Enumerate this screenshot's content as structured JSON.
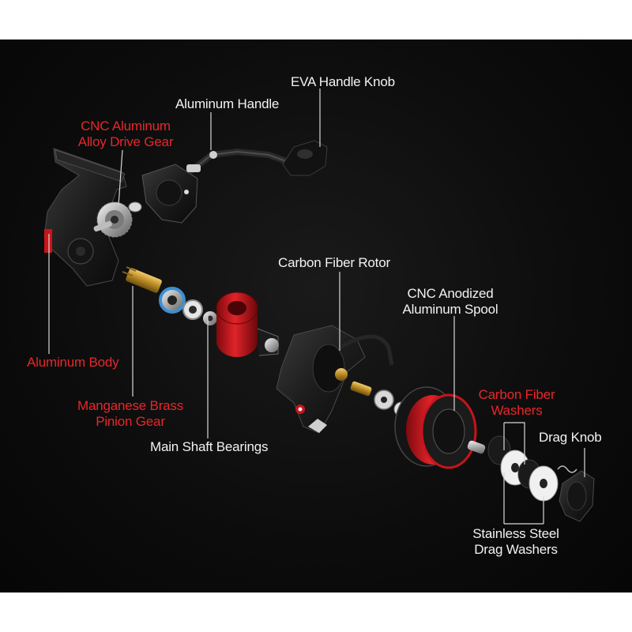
{
  "colors": {
    "background": "#0c0c0c",
    "label_primary": "#f2f2f2",
    "label_accent": "#e8262b",
    "leader_line": "#d8d8d8",
    "part_black": "#1b1b1b",
    "part_red": "#c8141a",
    "part_silver": "#c9c9c9",
    "part_brass": "#c99a2e",
    "part_blue": "#3b8fd6"
  },
  "labels": {
    "eva_handle_knob": "EVA Handle Knob",
    "aluminum_handle": "Aluminum Handle",
    "drive_gear_line1": "CNC Aluminum",
    "drive_gear_line2": "Alloy Drive Gear",
    "carbon_fiber_rotor": "Carbon Fiber Rotor",
    "spool_line1": "CNC Anodized",
    "spool_line2": "Aluminum Spool",
    "cf_washers_line1": "Carbon Fiber",
    "cf_washers_line2": "Washers",
    "drag_knob": "Drag Knob",
    "aluminum_body": "Aluminum Body",
    "pinion_line1": "Manganese Brass",
    "pinion_line2": "Pinion Gear",
    "main_shaft_bearings": "Main Shaft Bearings",
    "ss_washers_line1": "Stainless Steel",
    "ss_washers_line2": "Drag Washers"
  },
  "parts": [
    {
      "name": "reel-body",
      "icon": "reel-body-icon"
    },
    {
      "name": "drive-gear",
      "icon": "gear-icon"
    },
    {
      "name": "gear-cover",
      "icon": "cover-icon"
    },
    {
      "name": "handle",
      "icon": "handle-icon"
    },
    {
      "name": "handle-knob",
      "icon": "knob-icon"
    },
    {
      "name": "pinion-gear",
      "icon": "pinion-icon"
    },
    {
      "name": "bearings",
      "icon": "bearing-icon"
    },
    {
      "name": "rotor-cup",
      "icon": "rotor-cup-icon"
    },
    {
      "name": "rotor",
      "icon": "rotor-icon"
    },
    {
      "name": "spool",
      "icon": "spool-icon"
    },
    {
      "name": "washers",
      "icon": "washer-icon"
    },
    {
      "name": "drag-knob",
      "icon": "drag-knob-icon"
    }
  ]
}
